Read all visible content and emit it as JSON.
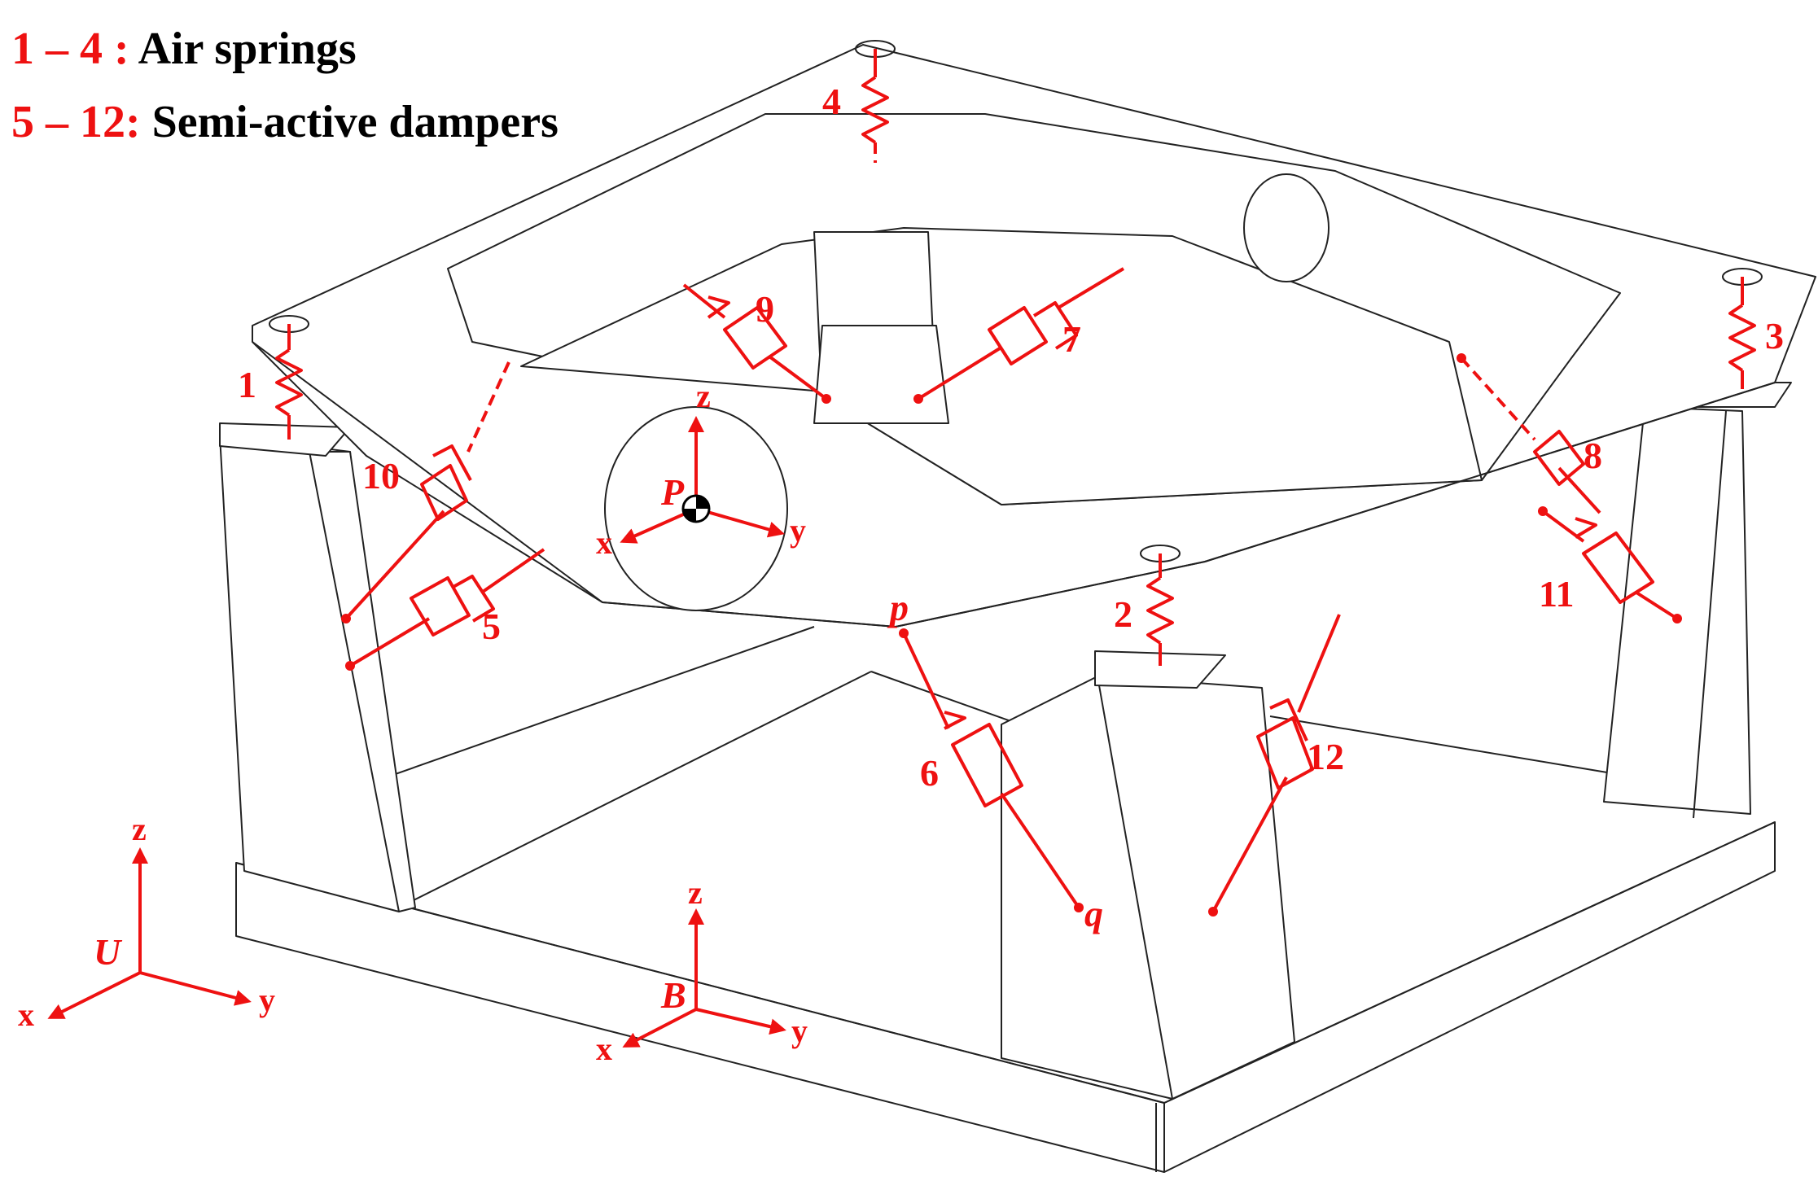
{
  "legend": {
    "line1_key": "1 – 4 :",
    "line1_desc": "Air springs",
    "line2_key": "5 – 12:",
    "line2_desc": "Semi-active dampers"
  },
  "springs": [
    "1",
    "2",
    "3",
    "4"
  ],
  "dampers": [
    "5",
    "6",
    "7",
    "8",
    "9",
    "10",
    "11",
    "12"
  ],
  "frames": {
    "platform": {
      "origin": "P",
      "x": "x",
      "y": "y",
      "z": "z"
    },
    "base": {
      "origin": "B",
      "x": "x",
      "y": "y",
      "z": "z"
    },
    "inertial": {
      "origin": "U",
      "x": "x",
      "y": "y",
      "z": "z"
    }
  },
  "points": {
    "p": "p",
    "q": "q"
  },
  "colors": {
    "accent": "#ee1111",
    "line": "#222222"
  }
}
